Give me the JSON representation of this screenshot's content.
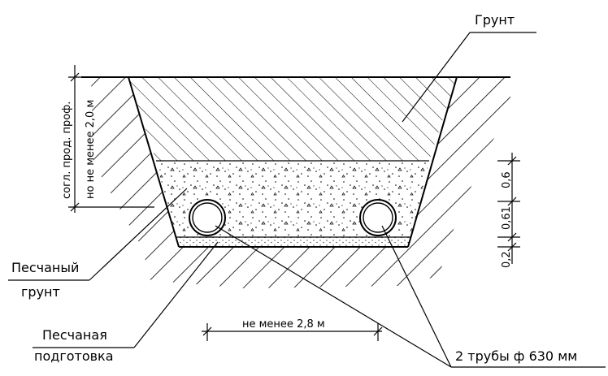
{
  "labels": {
    "ground": "Грунт",
    "sandy_soil_line1": "Песчаный",
    "sandy_soil_line2": "грунт",
    "sand_bed_line1": "Песчаная",
    "sand_bed_line2": "подготовка",
    "pipes": "2 трубы ф 630 мм",
    "width_dim": "не менее 2,8 м",
    "depth_line1": "согл. прод. проф.",
    "depth_line2": "но не менее 2,0 м",
    "dim_top": "0,6",
    "dim_mid": "0,61",
    "dim_bot": "0,2"
  }
}
